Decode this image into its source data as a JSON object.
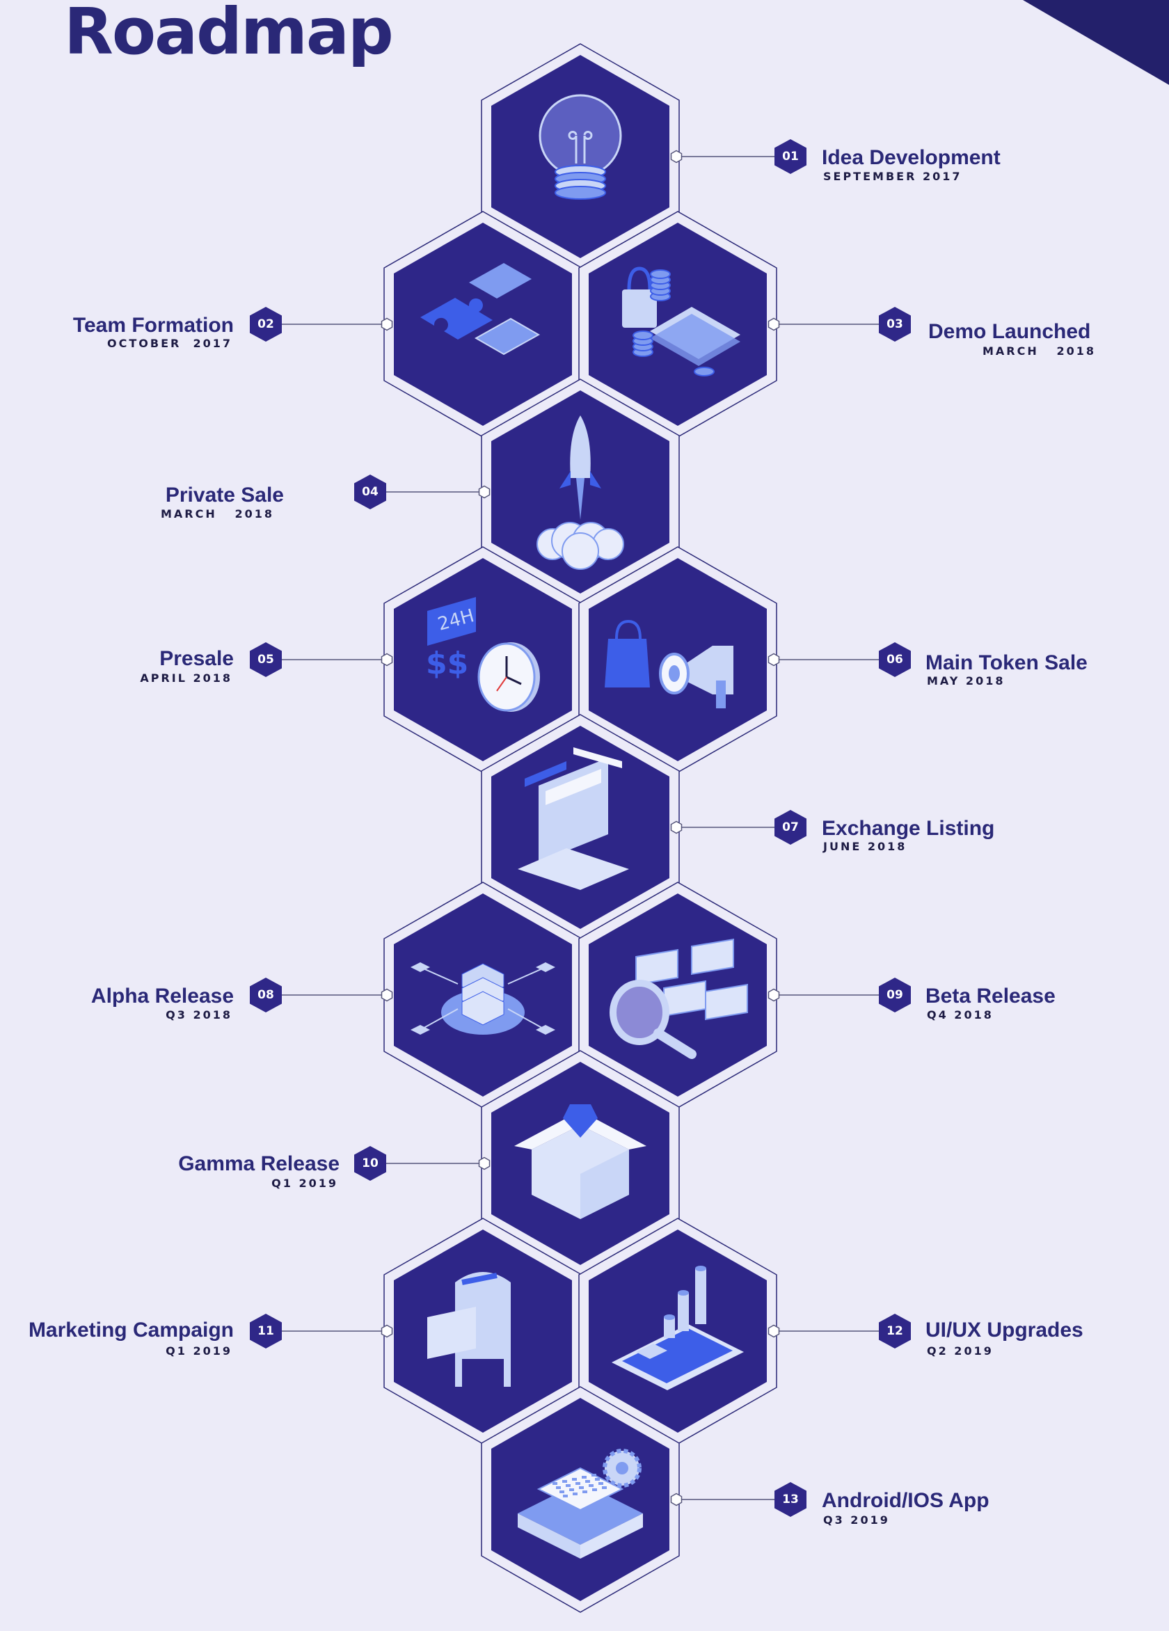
{
  "header": {
    "title": "Roadmap"
  },
  "colors": {
    "background": "#ecebf8",
    "hex_fill": "#2e2688",
    "hex_outline": "#ffffff",
    "hex_border": "#2a2877",
    "title": "#2a2877",
    "badge": "#2f2788",
    "icon_light": "#c9d6f7",
    "icon_mid": "#7f9bf0",
    "icon_accent": "#3d5ee8"
  },
  "milestones": [
    {
      "num": "01",
      "title": "Idea Development",
      "date": "SEPTEMBER 2017",
      "icon": "lightbulb-icon"
    },
    {
      "num": "02",
      "title": "Team Formation",
      "date": "OCTOBER  2017",
      "icon": "puzzle-icon"
    },
    {
      "num": "03",
      "title": "Demo Launched",
      "date": "MARCH   2018",
      "icon": "money-bag-icon"
    },
    {
      "num": "04",
      "title": "Private Sale",
      "date": "MARCH   2018",
      "icon": "rocket-icon"
    },
    {
      "num": "05",
      "title": "Presale",
      "date": "APRIL 2018",
      "icon": "clock-24h-icon"
    },
    {
      "num": "06",
      "title": "Main Token Sale",
      "date": "MAY 2018",
      "icon": "megaphone-icon"
    },
    {
      "num": "07",
      "title": "Exchange Listing",
      "date": "JUNE 2018",
      "icon": "laptop-icon"
    },
    {
      "num": "08",
      "title": "Alpha Release",
      "date": "Q3 2018",
      "icon": "server-network-icon"
    },
    {
      "num": "09",
      "title": "Beta Release",
      "date": "Q4 2018",
      "icon": "magnifier-icon"
    },
    {
      "num": "10",
      "title": "Gamma Release",
      "date": "Q1 2019",
      "icon": "gem-box-icon"
    },
    {
      "num": "11",
      "title": "Marketing Campaign",
      "date": "Q1 2019",
      "icon": "mailbox-icon"
    },
    {
      "num": "12",
      "title": "UI/UX Upgrades",
      "date": "Q2 2019",
      "icon": "phone-chart-icon"
    },
    {
      "num": "13",
      "title": "Android/IOS App",
      "date": "Q3 2019",
      "icon": "gear-icon"
    }
  ]
}
